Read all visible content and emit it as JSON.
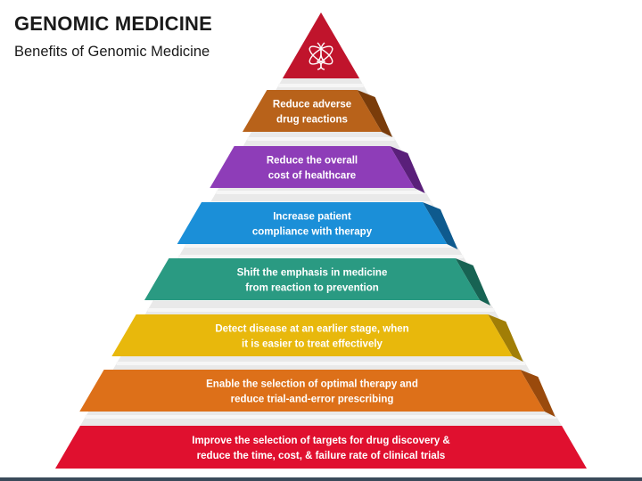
{
  "header": {
    "title": "GENOMIC MEDICINE",
    "subtitle": "Benefits of Genomic Medicine"
  },
  "apex": {
    "icon": "dna-atom-icon",
    "color": "#c0142c"
  },
  "tiers": [
    {
      "lines": [
        "Reduce adverse",
        "drug reactions"
      ],
      "color": "#b8621a",
      "shadow": "#7a3c0a"
    },
    {
      "lines": [
        "Reduce the overall",
        "cost of healthcare"
      ],
      "color": "#8e3db8",
      "shadow": "#5a1f7a"
    },
    {
      "lines": [
        "Increase patient",
        "compliance with therapy"
      ],
      "color": "#1b8fd8",
      "shadow": "#0e5a8e"
    },
    {
      "lines": [
        "Shift the emphasis in medicine",
        "from reaction to prevention"
      ],
      "color": "#2a9a82",
      "shadow": "#176353"
    },
    {
      "lines": [
        "Detect disease at an earlier stage, when",
        "it is easier to treat effectively"
      ],
      "color": "#e8b80c",
      "shadow": "#a17e06"
    },
    {
      "lines": [
        "Enable the selection of optimal therapy and",
        "reduce trial-and-error prescribing"
      ],
      "color": "#dd7019",
      "shadow": "#9a4a0c"
    },
    {
      "lines": [
        "Improve the selection of targets for drug discovery &",
        "reduce the time, cost, & failure rate of clinical trials"
      ],
      "color": "#e0102f",
      "shadow": "#9a0a20"
    }
  ]
}
